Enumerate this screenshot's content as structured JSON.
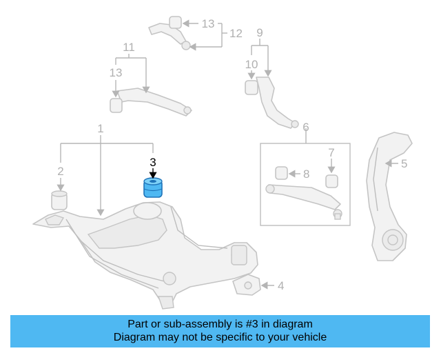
{
  "diagram": {
    "callouts": {
      "c1": "1",
      "c2": "2",
      "c3": "3",
      "c4": "4",
      "c5": "5",
      "c6": "6",
      "c7": "7",
      "c8": "8",
      "c9": "9",
      "c10": "10",
      "c11": "11",
      "c12": "12",
      "c13a": "13",
      "c13b": "13"
    },
    "highlight_color": "#4fb8f2"
  },
  "banner": {
    "line1": "Part or sub-assembly is #3 in diagram",
    "line2": "Diagram may not be specific to your vehicle",
    "color": "#4fb8f2"
  }
}
